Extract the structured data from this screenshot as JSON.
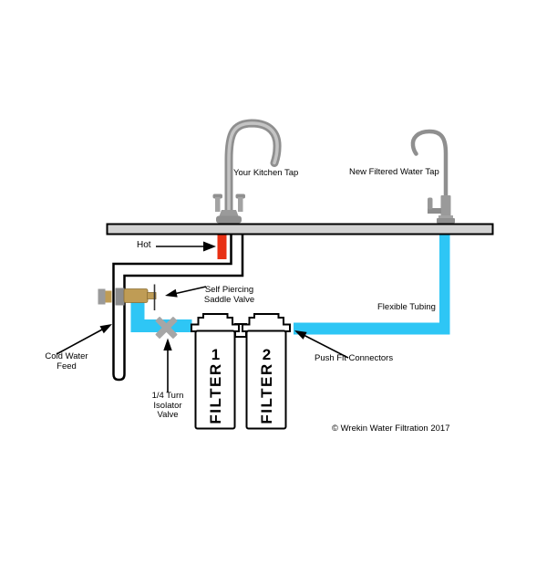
{
  "labels": {
    "kitchen_tap": "Your Kitchen Tap",
    "filtered_tap": "New Filtered Water Tap",
    "hot": "Hot",
    "saddle_valve": "Self Piercing\nSaddle Valve",
    "flexible_tubing": "Flexible Tubing",
    "push_fit": "Push Fit Connectors",
    "cold_feed": "Cold Water\nFeed",
    "isolator": "1/4 Turn\nIsolator\nValve",
    "copyright": "© Wrekin Water Filtration 2017"
  },
  "filters": [
    {
      "number": "1",
      "label": "FILTER"
    },
    {
      "number": "2",
      "label": "FILTER"
    }
  ],
  "colors": {
    "tubing": "#2EC6F5",
    "hot_pipe": "#E83014",
    "counter": "#D2D2D2",
    "brass": "#BF9C55",
    "clamp_gray": "#9A9A9A",
    "clamp_gray_dark": "#8C8C8C",
    "valve_gray": "#A6A6A6",
    "tap_metal": "#9B9B9B",
    "tap_metal_light": "#BCBCBC"
  }
}
